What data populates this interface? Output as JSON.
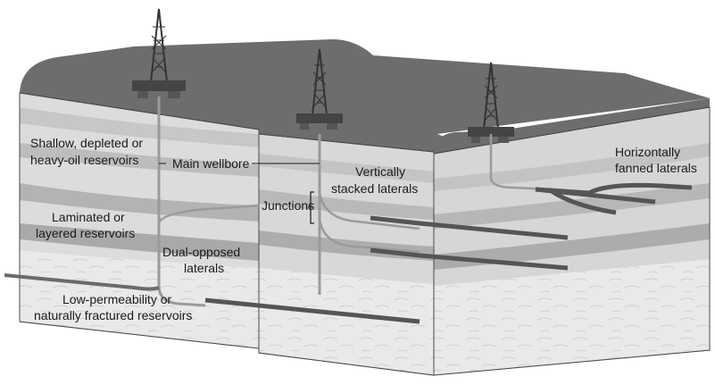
{
  "labels": {
    "shallow_line1": "Shallow, depleted or",
    "shallow_line2": "heavy-oil reservoirs",
    "main_wellbore": "Main wellbore",
    "vertically_line1": "Vertically",
    "vertically_line2": "stacked laterals",
    "horizontally_line1": "Horizontally",
    "horizontally_line2": "fanned laterals",
    "junctions": "Junctions",
    "laminated_line1": "Laminated or",
    "laminated_line2": "layered reservoirs",
    "dual_line1": "Dual-opposed",
    "dual_line2": "laterals",
    "lowperm_line1": "Low-permeability or",
    "lowperm_line2": "naturally fractured reservoirs"
  },
  "colors": {
    "surface": "#6d6d6d",
    "block_face": "#dcdcdc",
    "strata_light": "#cfcfcf",
    "strata_mid": "#b9b9b9",
    "strata_dark": "#a5a5a5",
    "rock_base": "#e8e8e8",
    "wellbore": "#9a9a9a",
    "lateral": "#555555",
    "outline": "#4a4a4a"
  },
  "icons": [
    "drilling-rig-icon",
    "drilling-rig-icon",
    "drilling-rig-icon"
  ]
}
